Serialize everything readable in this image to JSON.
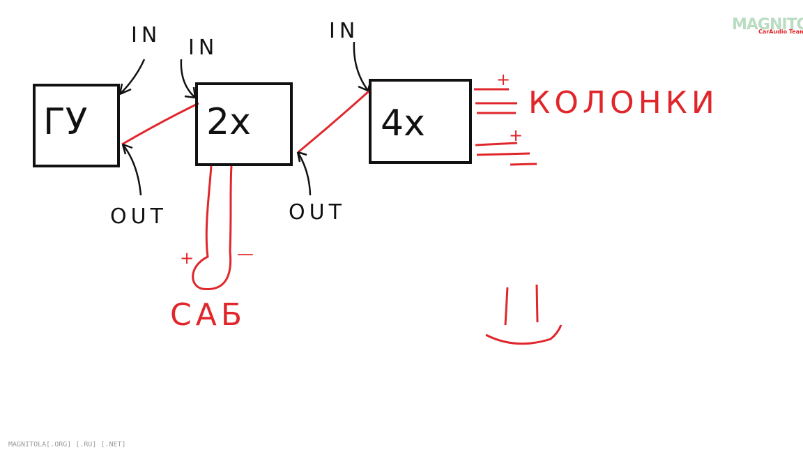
{
  "blocks": {
    "head_unit": "ГУ",
    "amp_2ch": "2x",
    "amp_4ch": "4x"
  },
  "io_labels": {
    "head_unit_in": "IN",
    "amp_2ch_in": "IN",
    "amp_4ch_in": "IN",
    "head_unit_out": "OUT",
    "amp_2ch_out": "OUT"
  },
  "speakers": {
    "label": "КОЛОНКИ",
    "plus_1": "+",
    "plus_2": "+"
  },
  "subwoofer": {
    "label": "САБ",
    "plus": "+",
    "minus": "—"
  },
  "watermark": {
    "logo": "MAGNITOLA",
    "tagline": "CarAudio Team",
    "footer": "MAGNITOLA[.ORG] [.RU] [.NET]"
  },
  "colors": {
    "wire": "#e0262a",
    "ink": "#111111",
    "logo": "#b9dcc2"
  }
}
